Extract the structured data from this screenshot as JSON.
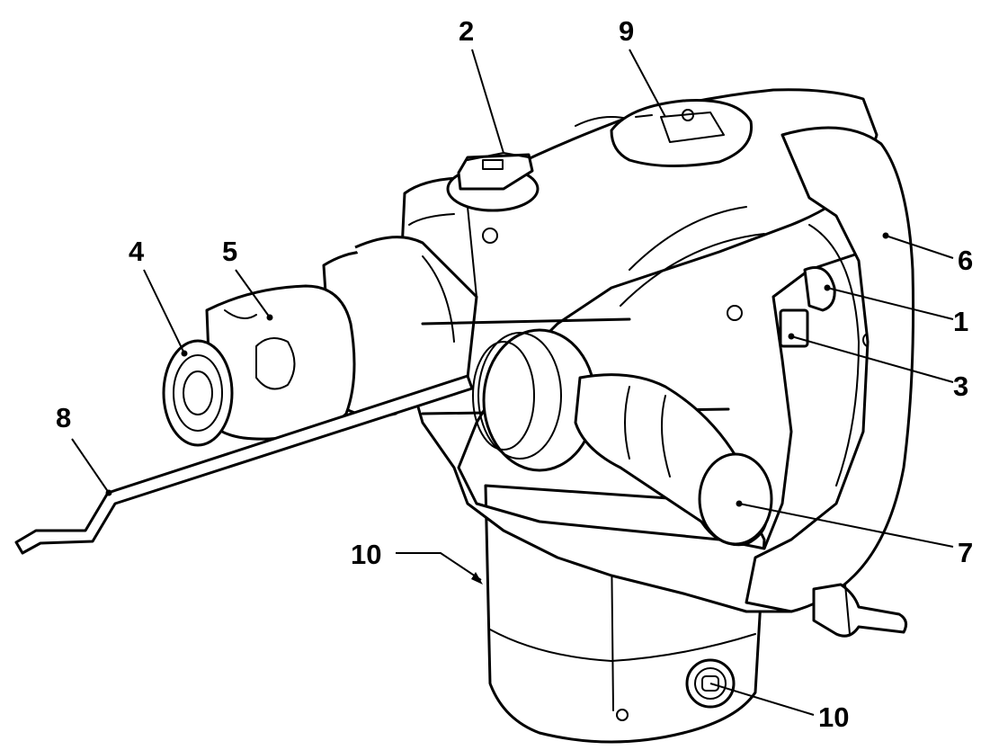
{
  "callouts": [
    {
      "id": "c1",
      "label": "1"
    },
    {
      "id": "c2",
      "label": "2"
    },
    {
      "id": "c3",
      "label": "3"
    },
    {
      "id": "c4",
      "label": "4"
    },
    {
      "id": "c5",
      "label": "5"
    },
    {
      "id": "c6",
      "label": "6"
    },
    {
      "id": "c7",
      "label": "7"
    },
    {
      "id": "c8",
      "label": "8"
    },
    {
      "id": "c9",
      "label": "9"
    },
    {
      "id": "c10a",
      "label": "10"
    },
    {
      "id": "c10b",
      "label": "10"
    }
  ]
}
